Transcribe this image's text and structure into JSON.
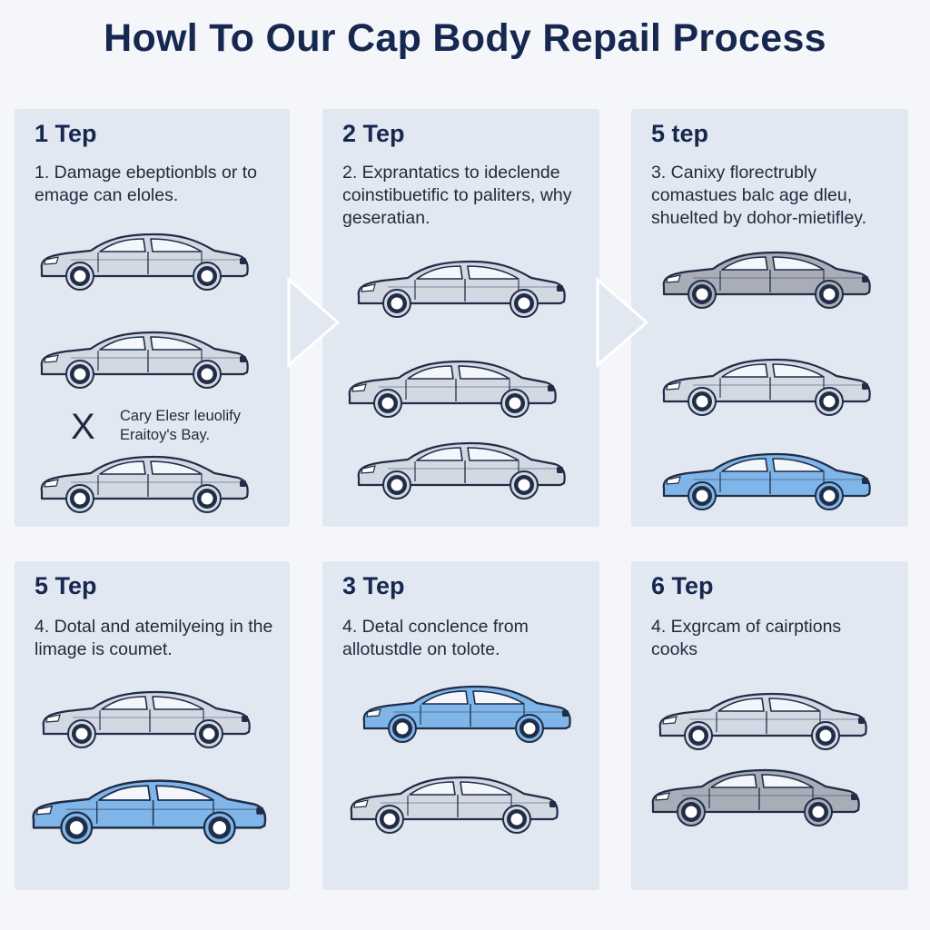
{
  "title": "Howl To Our Cap Body Repail Process",
  "colors": {
    "grey": "#d3d9e3",
    "dark": "#a9adb7",
    "blue": "#7fb5e8",
    "stroke": "#1f2d47",
    "panel": "#e2e8f1"
  },
  "panels": [
    {
      "step": "1 Tep",
      "desc": "1. Damage ebeptionbls or to emage can eloles.",
      "cars": [
        "grey",
        "grey",
        "grey"
      ],
      "note": {
        "mark": "X",
        "text": "Cary Elesr leuolify Eraitoy's Bay."
      }
    },
    {
      "step": "2 Tep",
      "desc": "2. Exprantatics to ideclende coinstibuetific to paliters, why geseratian.",
      "cars": [
        "grey",
        "grey",
        "grey"
      ]
    },
    {
      "step": "5 tep",
      "desc": "3. Canixy florectrubly comastues balc age dleu, shuelted by dohor-mietifley.",
      "cars": [
        "dark",
        "grey",
        "blue"
      ]
    },
    {
      "step": "5 Tep",
      "desc": "4. Dotal and atemilyeing in the limage is coumet.",
      "cars": [
        "grey",
        "blue"
      ]
    },
    {
      "step": "3 Tep",
      "desc": "4. Detal conclence from allotustdle on tolote.",
      "cars": [
        "blue",
        "grey"
      ]
    },
    {
      "step": "6 Tep",
      "desc": "4. Exgrcam of cairptions cooks",
      "cars": [
        "grey",
        "dark"
      ]
    }
  ]
}
